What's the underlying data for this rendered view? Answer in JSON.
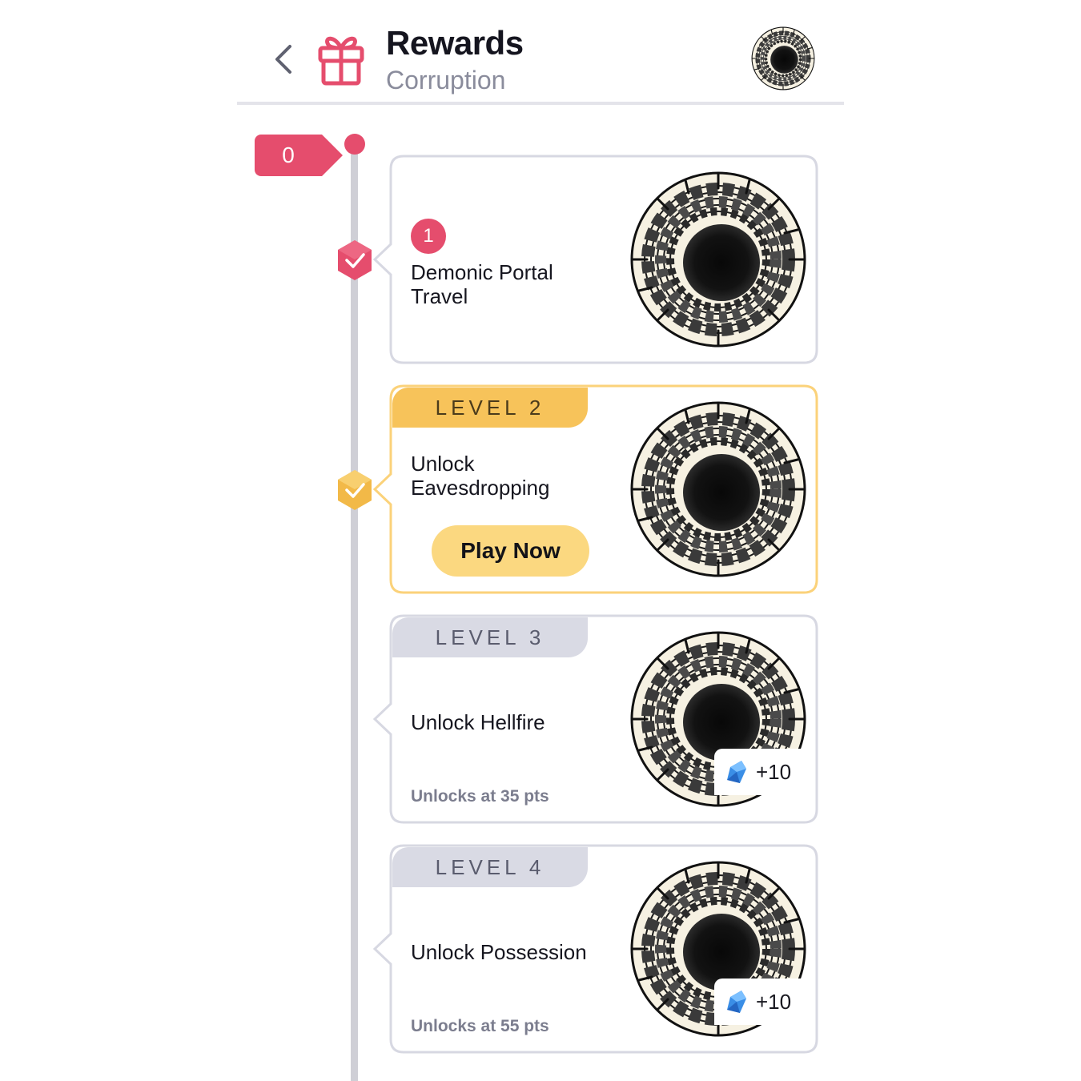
{
  "header": {
    "title": "Rewards",
    "subtitle": "Corruption"
  },
  "score": {
    "value": "0"
  },
  "colors": {
    "accent": "#e54d6d",
    "gold": "#f7c35a",
    "locked": "#d9dae4",
    "track": "#cfcfd6"
  },
  "rewards": [
    {
      "level": "1",
      "label_line1": "Demonic Portal",
      "label_line2": "Travel",
      "state": "claimed"
    },
    {
      "level_tab": "LEVEL 2",
      "label_line1": "Unlock",
      "label_line2": "Eavesdropping",
      "action": "Play Now",
      "state": "current"
    },
    {
      "level_tab": "LEVEL 3",
      "label": "Unlock Hellfire",
      "unlock_note": "Unlocks at 35 pts",
      "bonus": "+10",
      "state": "locked"
    },
    {
      "level_tab": "LEVEL 4",
      "label": "Unlock Possession",
      "unlock_note": "Unlocks at 55 pts",
      "bonus": "+10",
      "state": "locked"
    }
  ],
  "icons": {
    "back": "chevron-left-icon",
    "header": "gift-icon",
    "portal": "thorn-portal-icon",
    "gem": "blue-gem-icon",
    "check": "check-icon"
  }
}
